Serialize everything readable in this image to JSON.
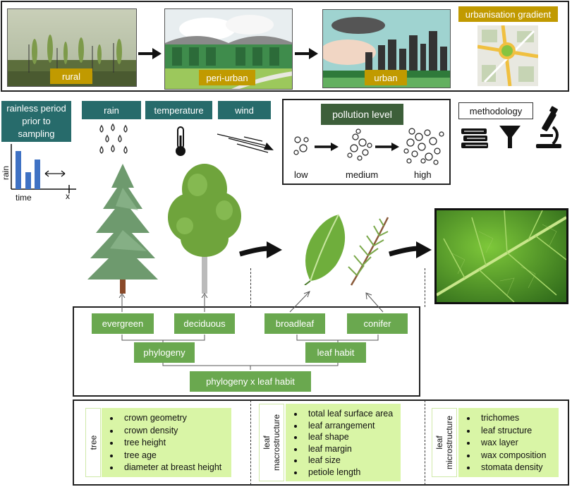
{
  "urbanisation": {
    "rural": "rural",
    "peri_urban": "peri-urban",
    "urban": "urban",
    "gradient": "urbanisation gradient"
  },
  "factors": {
    "rainless": "rainless period prior to sampling",
    "rain": "rain",
    "temperature": "temperature",
    "wind": "wind",
    "chart_ylabel": "rain",
    "chart_xlabel": "time",
    "chart_x": "x"
  },
  "pollution": {
    "title": "pollution level",
    "low": "low",
    "medium": "medium",
    "high": "high"
  },
  "methodology": {
    "title": "methodology"
  },
  "hierarchy": {
    "evergreen": "evergreen",
    "deciduous": "deciduous",
    "broadleaf": "broadleaf",
    "conifer": "conifer",
    "phylogeny": "phylogeny",
    "leaf_habit": "leaf habit",
    "combined": "phylogeny x leaf habit"
  },
  "traits": {
    "tree": {
      "label": "tree",
      "items": [
        "crown geometry",
        "crown density",
        "tree height",
        "tree age",
        "diameter at breast height"
      ]
    },
    "macro": {
      "label": "leaf macrostructure",
      "items": [
        "total leaf surface area",
        "leaf arrangement",
        "leaf shape",
        "leaf margin",
        "leaf size",
        "petiole length"
      ]
    },
    "micro": {
      "label": "leaf microstructure",
      "items": [
        "trichomes",
        "leaf structure",
        "wax layer",
        "wax composition",
        "stomata density"
      ]
    }
  },
  "colors": {
    "gold": "#c19a00",
    "teal": "#276b6b",
    "green": "#6aa84f",
    "dark_green": "#3d5f3a",
    "lime": "#d9f5a6"
  }
}
